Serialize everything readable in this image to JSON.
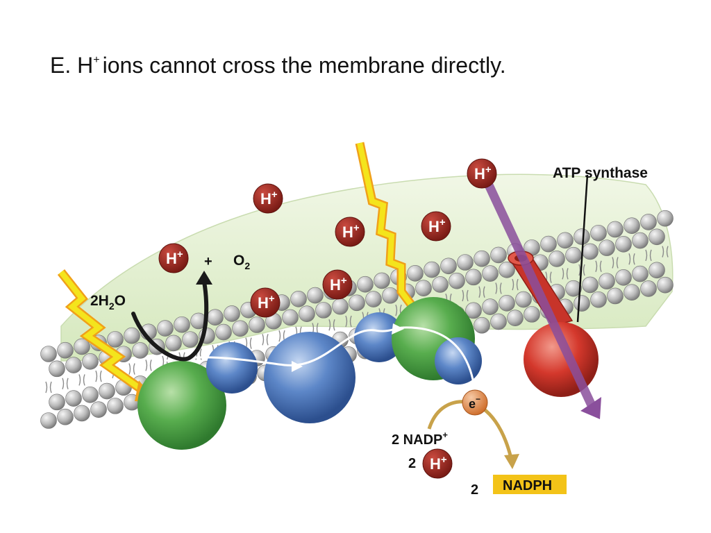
{
  "title": {
    "lead": "E. H",
    "superscript": "+",
    "rest": "ions cannot cross the membrane directly."
  },
  "labels": {
    "water": {
      "main": "2H",
      "sub": "2",
      "tail": "O"
    },
    "plus": "+",
    "oxygen": {
      "main": "O",
      "sub": "2"
    },
    "atp_synthase": "ATP synthase",
    "electron": {
      "main": "e",
      "sup": "−"
    },
    "nadp": {
      "prefix": "2 NADP",
      "sup": "+"
    },
    "h_count": "2",
    "nadph_count": "2",
    "nadph": "NADPH"
  },
  "proton": {
    "main": "H",
    "sup": "+"
  },
  "colors": {
    "proton_fill": "#9b2a22",
    "lumen_green": "#e3efcf",
    "photosystem_green": "#58ad4e",
    "cytochrome_blue": "#5d87c8",
    "atp_synthase_red": "#d4382c",
    "proton_channel_purple": "#8a4f9c",
    "light_yellow": "#f4e41c",
    "nadph_box": "#f3c318",
    "electron_orange": "#e48a4a"
  },
  "icons": [
    "light-photon-arrow-icon",
    "proton-ion-icon",
    "electron-icon",
    "reaction-arrow-icon"
  ]
}
